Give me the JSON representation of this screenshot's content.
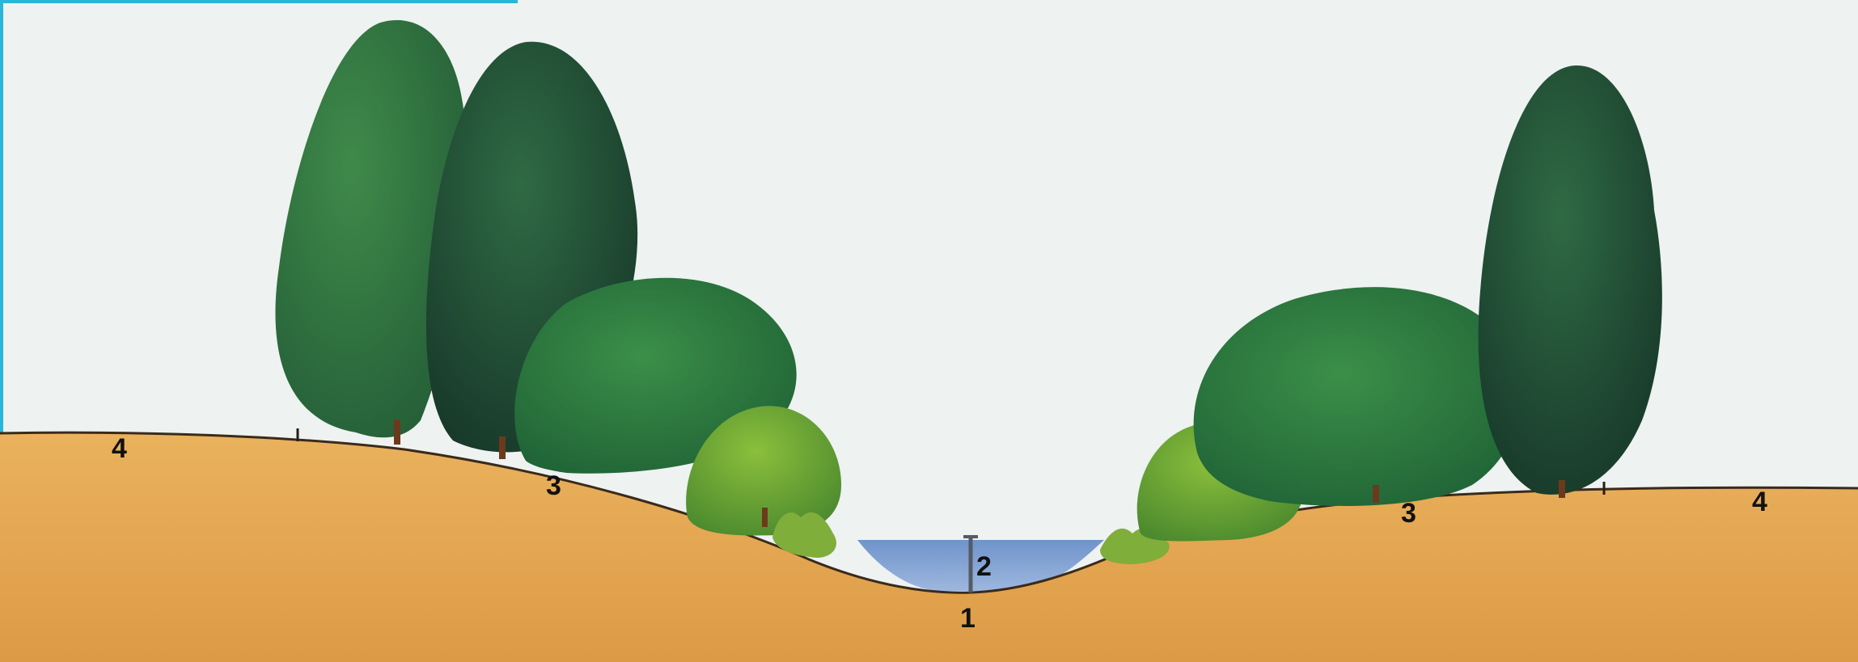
{
  "diagram": {
    "labels": [
      {
        "id": "left-outer",
        "text": "4"
      },
      {
        "id": "left-bank",
        "text": "3"
      },
      {
        "id": "depth",
        "text": "2"
      },
      {
        "id": "bed",
        "text": "1"
      },
      {
        "id": "right-bank",
        "text": "3"
      },
      {
        "id": "right-outer",
        "text": "4"
      }
    ]
  },
  "colors": {
    "sky": "#eef2f1",
    "soil": "#e4a853",
    "soil_dark": "#c8833a",
    "water": "#7f9fd0",
    "tree_dark": "#234a33",
    "tree_mid": "#2f6e3d",
    "tree_light": "#6aa03a",
    "frame_accent": "#29b6d8"
  }
}
